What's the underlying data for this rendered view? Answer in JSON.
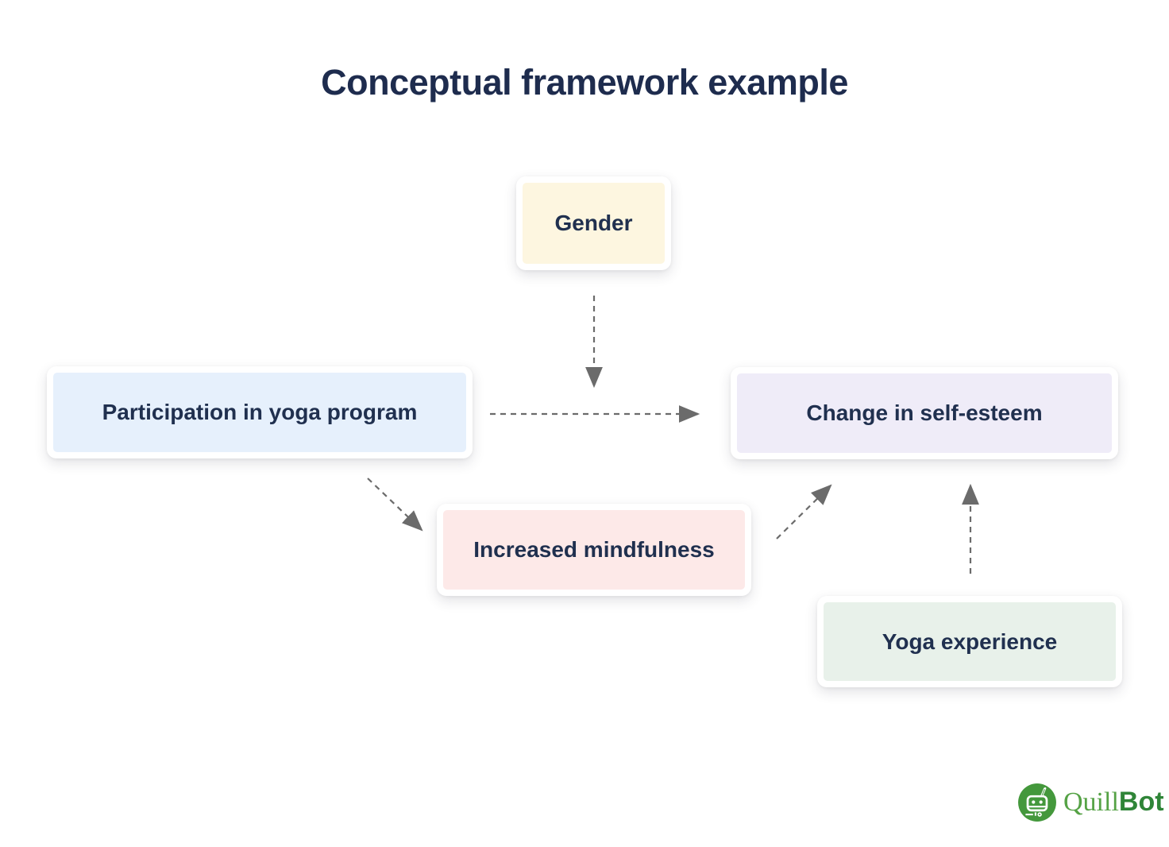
{
  "title": "Conceptual framework example",
  "nodes": [
    {
      "id": "gender",
      "label": "Gender",
      "bg": "#fdf6e0"
    },
    {
      "id": "participation-in-yoga-program",
      "label": "Participation in yoga program",
      "bg": "#e6f0fc"
    },
    {
      "id": "change-in-self-esteem",
      "label": "Change in self-esteem",
      "bg": "#efecf8"
    },
    {
      "id": "increased-mindfulness",
      "label": "Increased mindfulness",
      "bg": "#fde9e8"
    },
    {
      "id": "yoga-experience",
      "label": "Yoga experience",
      "bg": "#e8f1ea"
    }
  ],
  "edges": [
    {
      "from": "gender",
      "to": "change-in-self-esteem",
      "style": "dashed-arrow",
      "direction": "down"
    },
    {
      "from": "participation-in-yoga-program",
      "to": "change-in-self-esteem",
      "style": "dashed-arrow",
      "direction": "right"
    },
    {
      "from": "participation-in-yoga-program",
      "to": "increased-mindfulness",
      "style": "dashed-arrow",
      "direction": "down-right"
    },
    {
      "from": "increased-mindfulness",
      "to": "change-in-self-esteem",
      "style": "dashed-arrow",
      "direction": "up-right"
    },
    {
      "from": "yoga-experience",
      "to": "change-in-self-esteem",
      "style": "dashed-arrow",
      "direction": "up"
    }
  ],
  "colors": {
    "title-text": "#1e2c4e",
    "node-text": "#20304f",
    "arrow": "#6b6b6b",
    "node-gender": "#fdf6e0",
    "node-participation": "#e6f0fc",
    "node-self-esteem": "#efecf8",
    "node-mindfulness": "#fde9e8",
    "node-yoga": "#e8f1ea",
    "brand-quill": "#55a245",
    "brand-bot": "#2f8538",
    "brand-circle": "#44983c"
  },
  "logo": {
    "quill": "Quill",
    "bot": "Bot"
  }
}
